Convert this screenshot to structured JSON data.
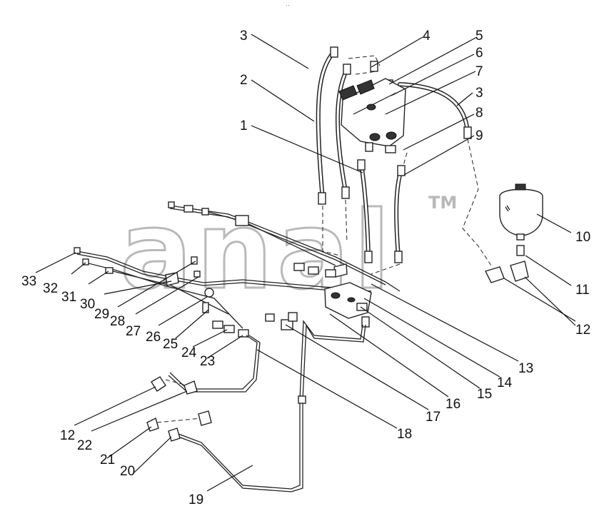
{
  "corner_mark": "··",
  "watermark": {
    "text": "anal",
    "trademark": "TM"
  },
  "callouts": [
    "1",
    "2",
    "3",
    "3",
    "4",
    "5",
    "6",
    "7",
    "8",
    "9",
    "10",
    "11",
    "12",
    "12",
    "13",
    "14",
    "15",
    "16",
    "17",
    "18",
    "19",
    "20",
    "21",
    "22",
    "23",
    "24",
    "25",
    "26",
    "27",
    "28",
    "29",
    "30",
    "31",
    "32",
    "33"
  ]
}
